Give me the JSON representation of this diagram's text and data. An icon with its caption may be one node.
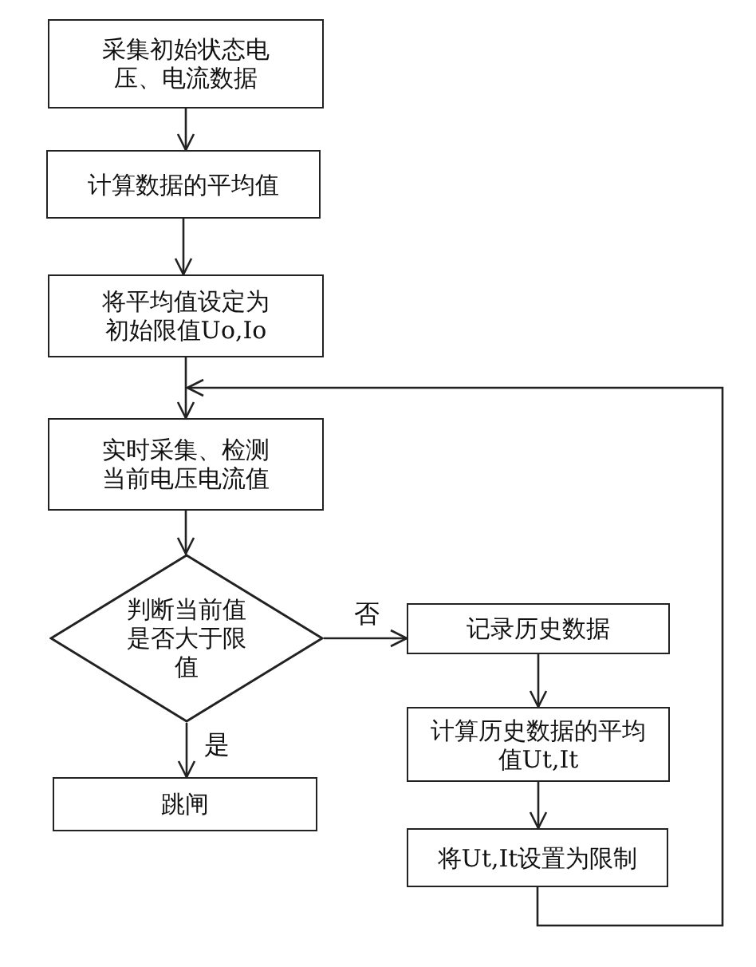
{
  "diagram": {
    "nodes": [
      {
        "text": [
          "采集初始状态电压、电流数据"
        ]
      },
      {
        "text": [
          "计算数据的平均值"
        ]
      },
      {
        "text": [
          "将平均值设定为初始限值Uo,Io"
        ]
      },
      {
        "text": [
          "实时采集、检测当前电压电流值"
        ]
      },
      {
        "text": [
          "判断当前值是否大于限值"
        ]
      },
      {
        "text": [
          "记录历史数据"
        ]
      },
      {
        "text": [
          "计算历史数据的平均值Ut,It"
        ]
      },
      {
        "text": [
          "将Ut,It设置为限制"
        ]
      },
      {
        "text": [
          "跳闸"
        ]
      }
    ],
    "edges": [
      {
        "from": 0,
        "to": 1,
        "arrow": "to"
      },
      {
        "from": 1,
        "to": 2,
        "arrow": "to"
      },
      {
        "from": 2,
        "to": 3,
        "arrow": "to"
      },
      {
        "from": 3,
        "to": 4,
        "arrow": "to"
      },
      {
        "from": 4,
        "to": 5,
        "arrow": "to",
        "label": "否"
      },
      {
        "from": 5,
        "to": 6,
        "arrow": "to"
      },
      {
        "from": 6,
        "to": 7,
        "arrow": "to"
      },
      {
        "from": 7,
        "to": 3,
        "arrow": "to"
      },
      {
        "from": 4,
        "to": 8,
        "arrow": "to",
        "label": "是"
      }
    ]
  }
}
